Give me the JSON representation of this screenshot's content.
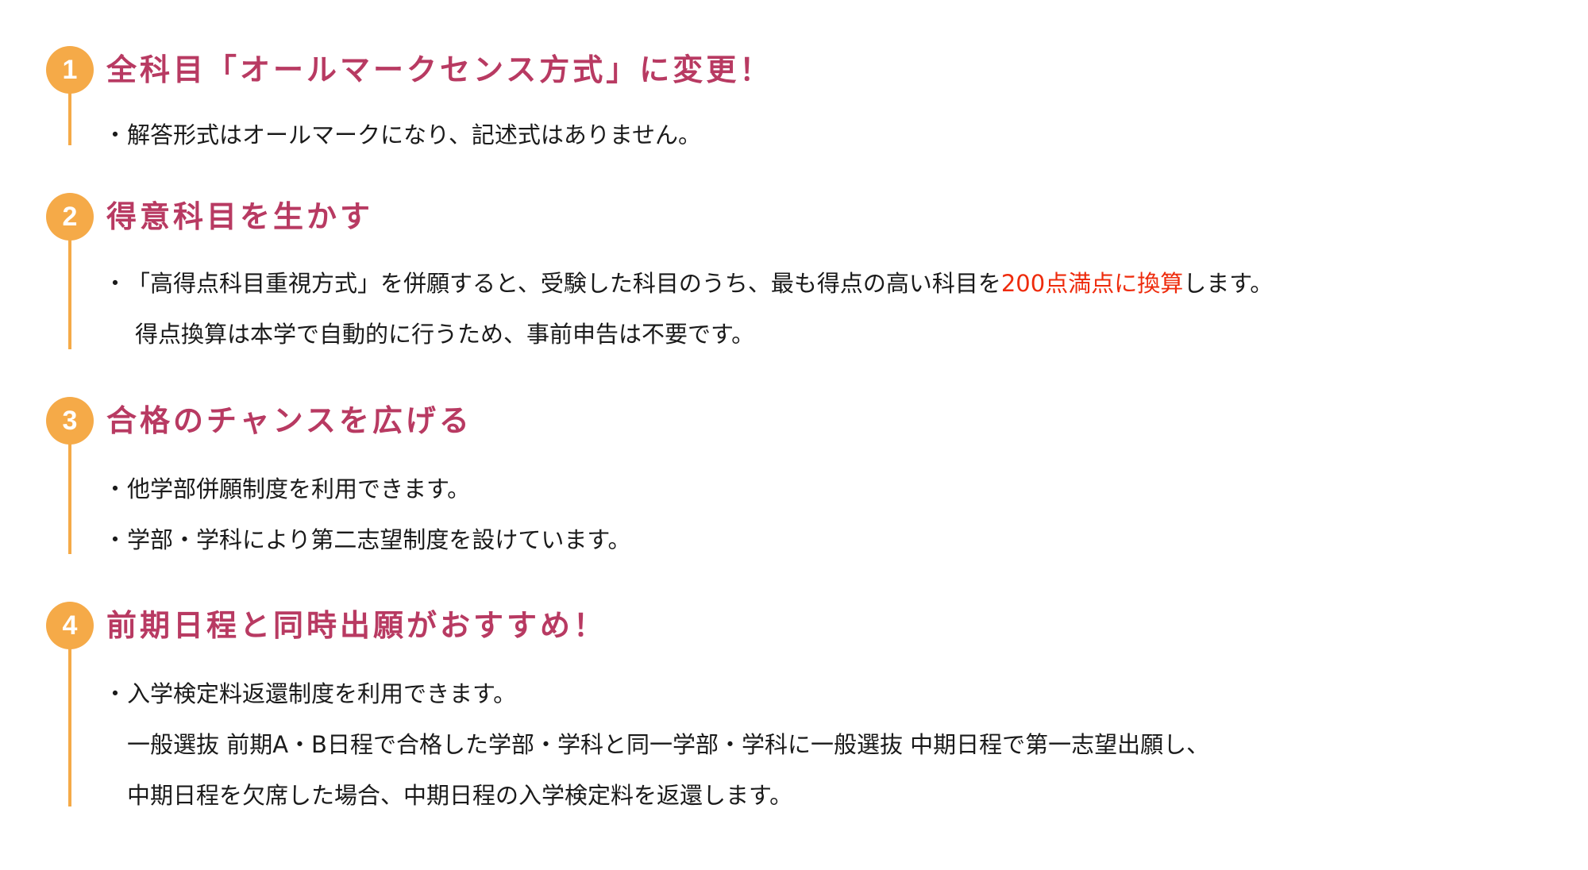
{
  "colors": {
    "badge": "#F5AA48",
    "title": "#B83A62",
    "body": "#1a1a1a",
    "highlight": "#EE2B0C"
  },
  "bullet_glyph": "・",
  "sections": [
    {
      "number": "1",
      "title": "全科目「オールマークセンス方式」に変更！",
      "items": [
        {
          "text": "解答形式はオールマークになり、記述式はありません。"
        }
      ]
    },
    {
      "number": "2",
      "title": "得意科目を生かす",
      "items": [
        {
          "before": "「高得点科目重視方式」を併願すると、受験した科目のうち、最も得点の高い科目を",
          "highlight": "200点満点に換算",
          "after": "します。",
          "continuation": "得点換算は本学で自動的に行うため、事前申告は不要です。"
        }
      ]
    },
    {
      "number": "3",
      "title": "合格のチャンスを広げる",
      "items": [
        {
          "text": "他学部併願制度を利用できます。"
        },
        {
          "text": "学部・学科により第二志望制度を設けています。"
        }
      ]
    },
    {
      "number": "4",
      "title": "前期日程と同時出願がおすすめ！",
      "items": [
        {
          "text": "入学検定料返還制度を利用できます。",
          "continuation_lines": [
            "一般選抜 前期A・B日程で合格した学部・学科と同一学部・学科に一般選抜 中期日程で第一志望出願し、",
            "中期日程を欠席した場合、中期日程の入学検定料を返還します。"
          ]
        }
      ]
    }
  ]
}
